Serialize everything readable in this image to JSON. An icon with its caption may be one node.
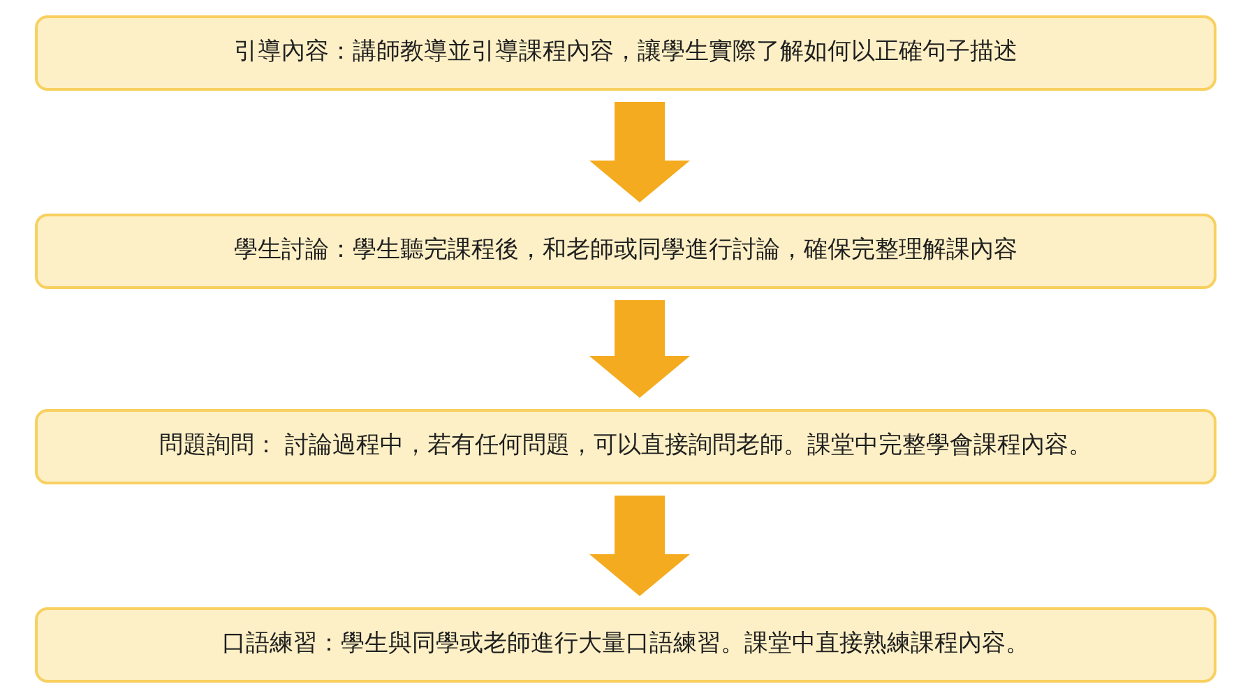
{
  "diagram": {
    "nodes": [
      {
        "text": [
          "引導內容：講師教導並引導課程內容，讓學生實際了解如何以正確句子描述"
        ]
      },
      {
        "text": [
          "學生討論：學生聽完課程後，和老師或同學進行討論，確保完整理解課內容"
        ]
      },
      {
        "text": [
          "問題詢問： 討論過程中，若有任何問題，可以直接詢問老師。課堂中完整學會課程內容。"
        ]
      },
      {
        "text": [
          "口語練習：學生與同學或老師進行大量口語練習。課堂中直接熟練課程內容。"
        ]
      }
    ],
    "edges": [
      {
        "from": 0,
        "to": 1,
        "arrow": "to"
      },
      {
        "from": 1,
        "to": 2,
        "arrow": "to"
      },
      {
        "from": 2,
        "to": 3,
        "arrow": "to"
      }
    ]
  }
}
